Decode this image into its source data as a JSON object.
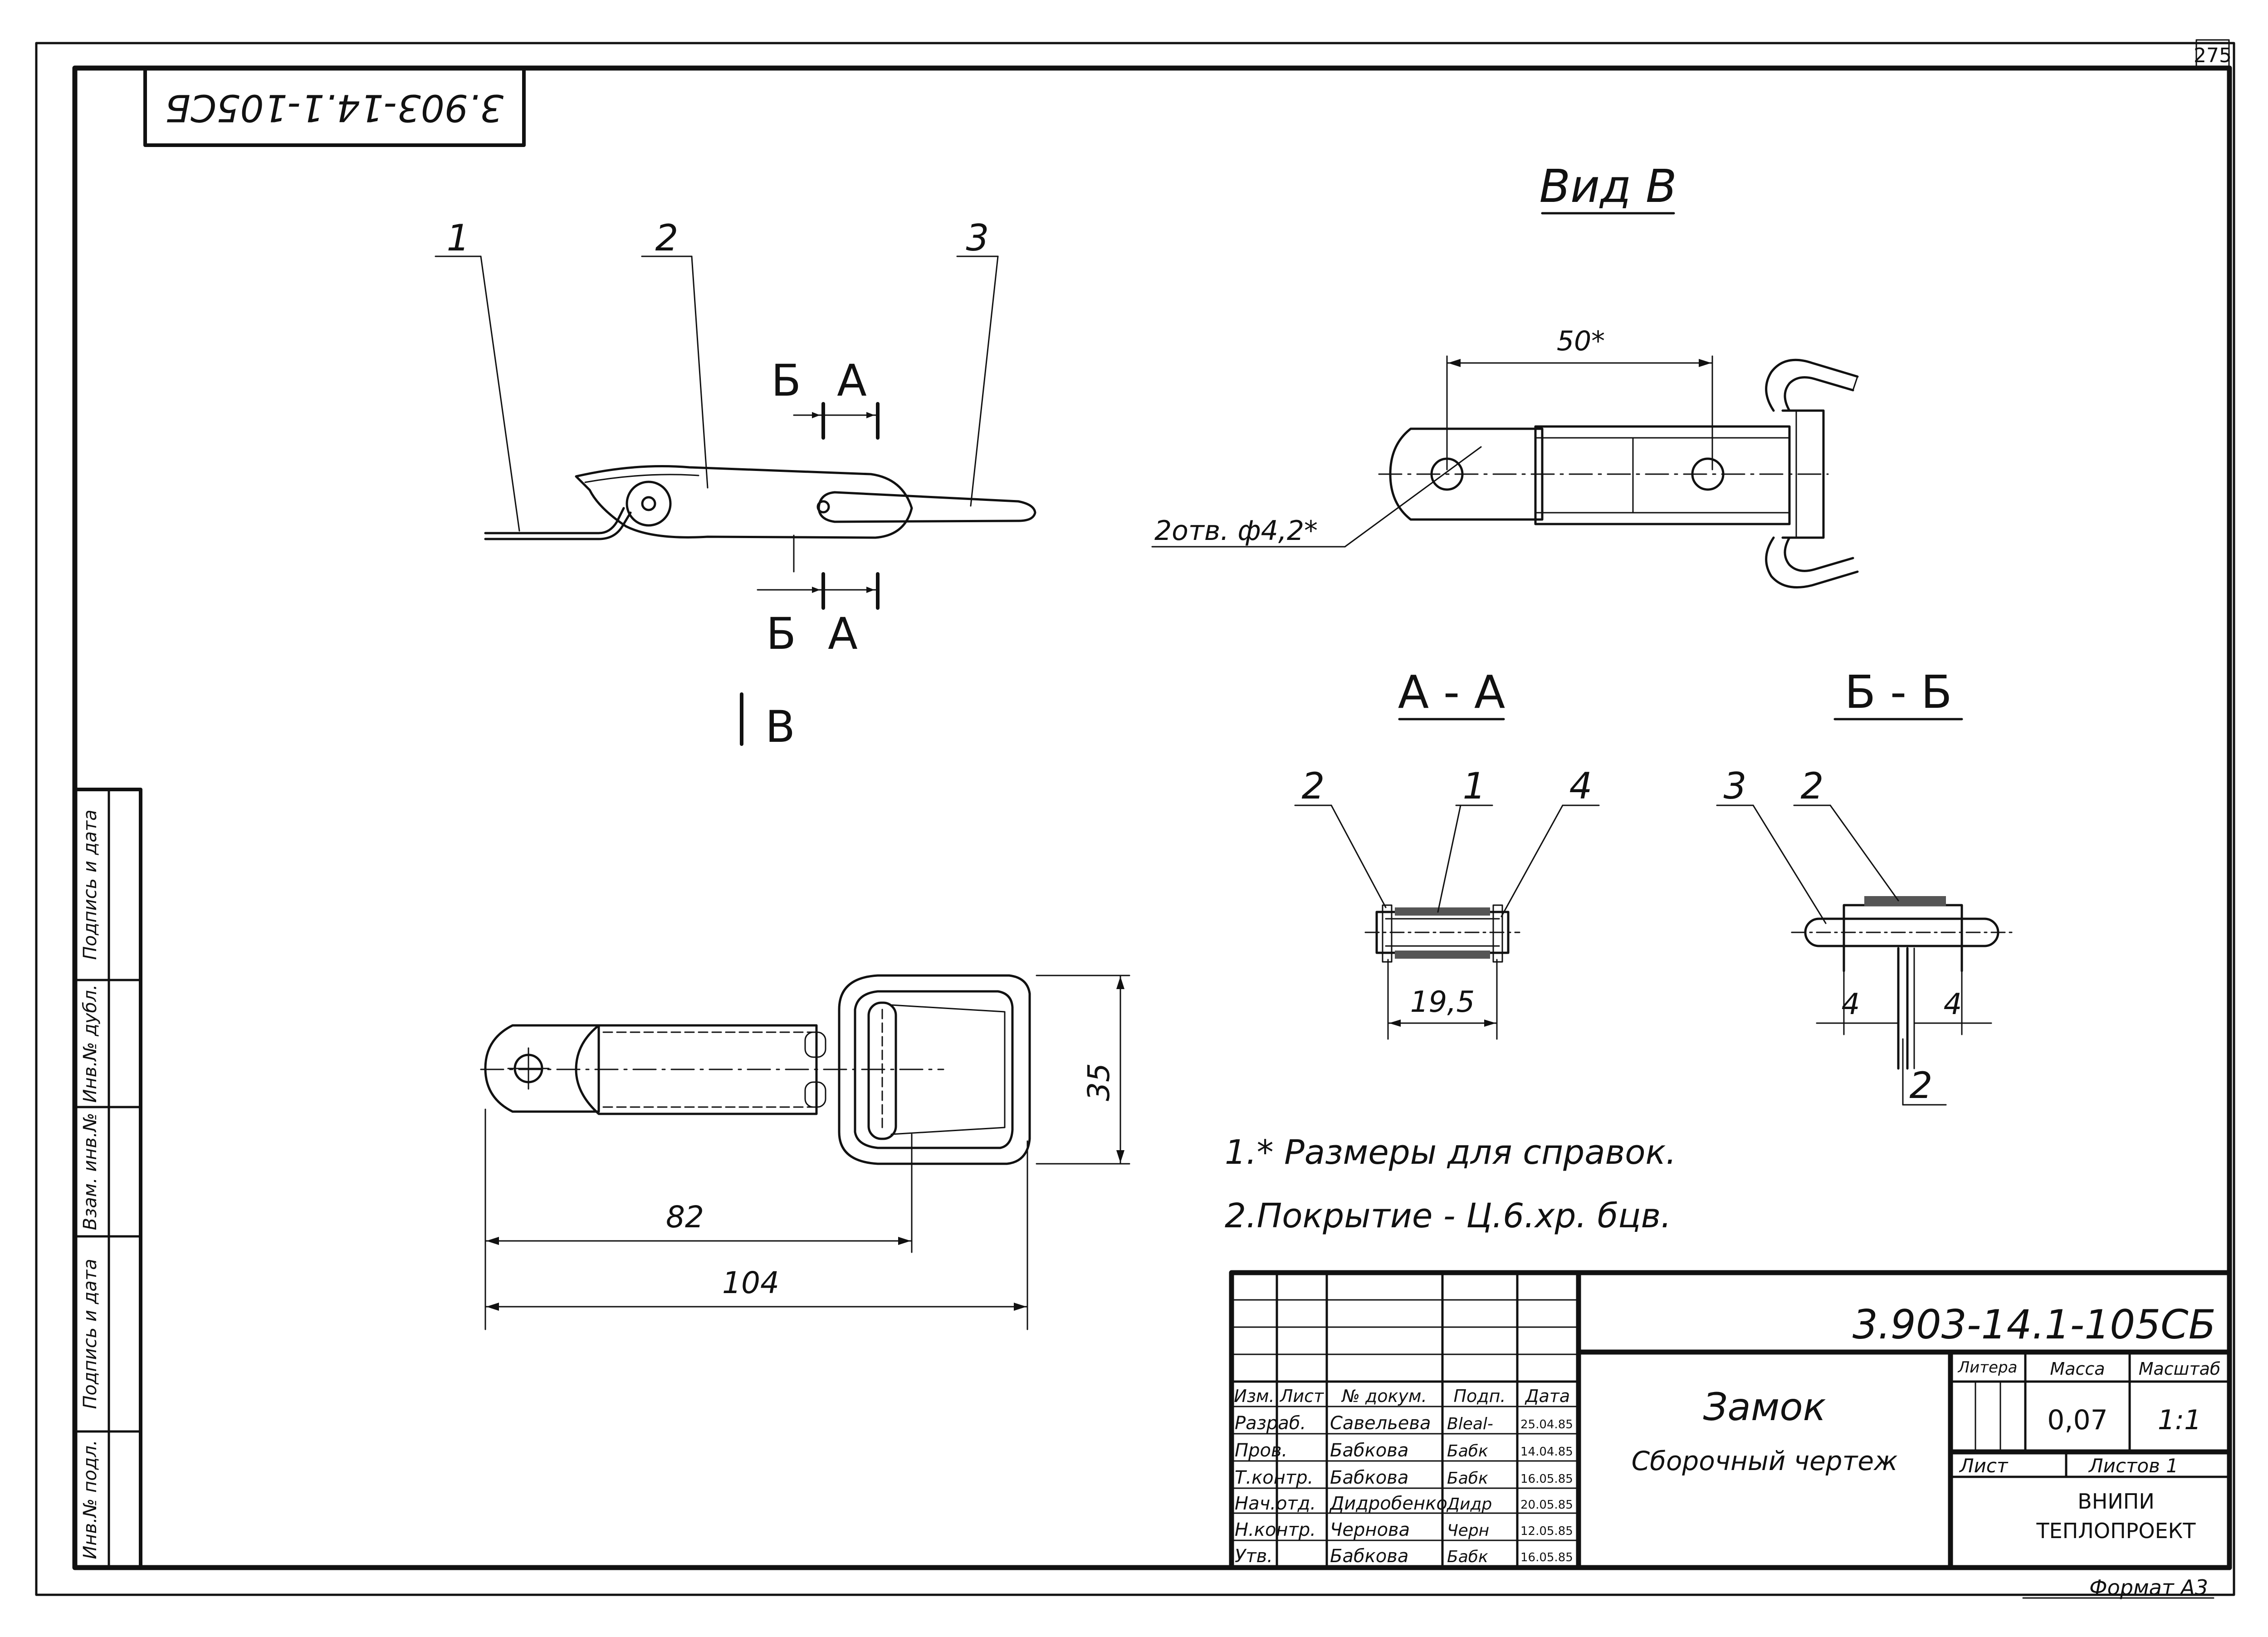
{
  "sheet": {
    "page_number": "275",
    "format": "Формат А3",
    "mirrored_code": "3.903-14.1-105СБ"
  },
  "views": {
    "view_b_title": "Вид В",
    "section_aa_title": "А - А",
    "section_bb_title": "Б - Б",
    "cut_a": "А",
    "cut_b": "Б",
    "view_arrow": "В"
  },
  "side_view": {
    "leaders": [
      "1",
      "2",
      "3"
    ]
  },
  "view_b": {
    "dim_top": "50*",
    "hole_note": "2отв. ф4,2*"
  },
  "plan_view": {
    "dim_height": "35",
    "dim_82": "82",
    "dim_104": "104"
  },
  "section_aa": {
    "leaders": [
      "2",
      "1",
      "4"
    ],
    "dim": "19,5"
  },
  "section_bb": {
    "leaders": [
      "3",
      "2"
    ],
    "dim_left": "4",
    "dim_right": "4",
    "bottom_leader": "2"
  },
  "notes": [
    "1.* Размеры для справок.",
    "2.Покрытие - Ц.6.хр. бцв."
  ],
  "side_stamp": [
    "Инв.№ подл.",
    "Подпись и дата",
    "Взам. инв.№",
    "Инв.№ дубл.",
    "Подпись и дата"
  ],
  "title_block": {
    "doc_code": "3.903-14.1-105СБ",
    "name": "Замок",
    "doc_type": "Сборочный чертеж",
    "col_headers": [
      "Изм.",
      "Лист",
      "№ докум.",
      "Подп.",
      "Дата"
    ],
    "rows": [
      {
        "role": "Разраб.",
        "name": "Савельева",
        "sign": "Bleal-",
        "date": "25.04.85"
      },
      {
        "role": "Пров.",
        "name": "Бабкова",
        "sign": "Бабк",
        "date": "14.04.85"
      },
      {
        "role": "Т.контр.",
        "name": "Бабкова",
        "sign": "Бабк",
        "date": "16.05.85"
      },
      {
        "role": "Нач.отд.",
        "name": "Дидробенко",
        "sign": "Дидр",
        "date": "20.05.85"
      },
      {
        "role": "Н.контр.",
        "name": "Чернова",
        "sign": "Черн",
        "date": "12.05.85"
      },
      {
        "role": "Утв.",
        "name": "Бабкова",
        "sign": "Бабк",
        "date": "16.05.85"
      }
    ],
    "litera_label": "Литера",
    "mass_label": "Масса",
    "scale_label": "Масштаб",
    "mass": "0,07",
    "scale": "1:1",
    "sheet_label": "Лист",
    "sheets_label": "Листов 1",
    "org_line1": "ВНИПИ",
    "org_line2": "ТЕПЛОПРОЕКТ"
  }
}
